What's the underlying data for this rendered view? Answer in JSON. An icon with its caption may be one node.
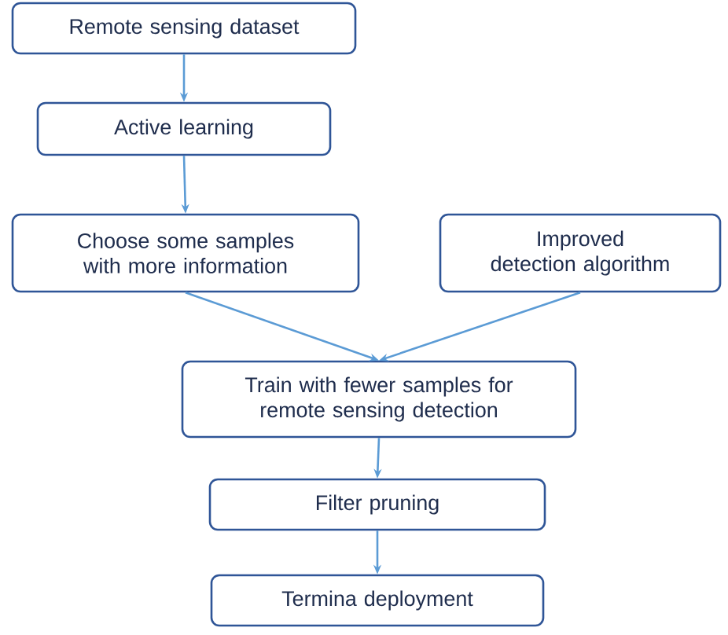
{
  "diagram": {
    "nodes": [
      {
        "text": [
          "Remote sensing dataset"
        ]
      },
      {
        "text": [
          "Active learning"
        ]
      },
      {
        "text": [
          "Choose some samples with more information"
        ]
      },
      {
        "text": [
          "Improved detection algorithm"
        ]
      },
      {
        "text": [
          "Train with fewer samples for remote sensing detection"
        ]
      },
      {
        "text": [
          "Filter pruning"
        ]
      },
      {
        "text": [
          "Termina deployment"
        ]
      }
    ],
    "edges": [
      {
        "from": 0,
        "to": 1,
        "arrow": "to"
      },
      {
        "from": 1,
        "to": 2,
        "arrow": "to"
      },
      {
        "from": 2,
        "to": 4,
        "arrow": "to"
      },
      {
        "from": 3,
        "to": 4,
        "arrow": "to"
      },
      {
        "from": 4,
        "to": 5,
        "arrow": "to"
      },
      {
        "from": 5,
        "to": 6,
        "arrow": "to"
      }
    ]
  }
}
